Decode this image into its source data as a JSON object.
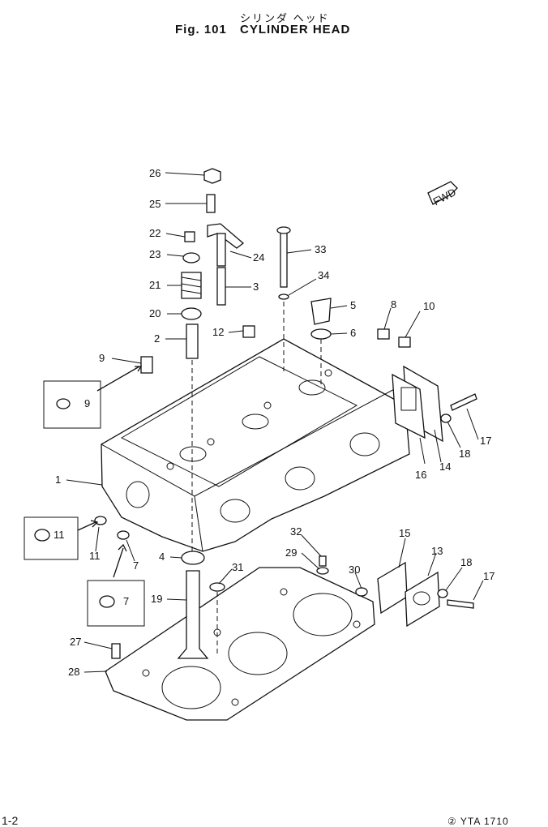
{
  "header": {
    "title_jp": "シリンダ ヘッド",
    "figure_no": "Fig. 101",
    "title_en": "CYLINDER HEAD"
  },
  "badge": {
    "fwd": "FWD"
  },
  "callouts": {
    "c1": "1",
    "c2": "2",
    "c3": "3",
    "c4": "4",
    "c5": "5",
    "c6": "6",
    "c7a": "7",
    "c7b": "7",
    "c8": "8",
    "c9a": "9",
    "c9b": "9",
    "c10": "10",
    "c11a": "11",
    "c11b": "11",
    "c12": "12",
    "c13": "13",
    "c14": "14",
    "c15": "15",
    "c16": "16",
    "c17a": "17",
    "c17b": "17",
    "c18a": "18",
    "c18b": "18",
    "c19": "19",
    "c20": "20",
    "c21": "21",
    "c22": "22",
    "c23": "23",
    "c24": "24",
    "c25": "25",
    "c26": "26",
    "c27": "27",
    "c28": "28",
    "c29": "29",
    "c30": "30",
    "c31": "31",
    "c32": "32",
    "c33": "33",
    "c34": "34"
  },
  "footer": {
    "page_no": "1-2",
    "ref_code": "② YTA 1710"
  }
}
